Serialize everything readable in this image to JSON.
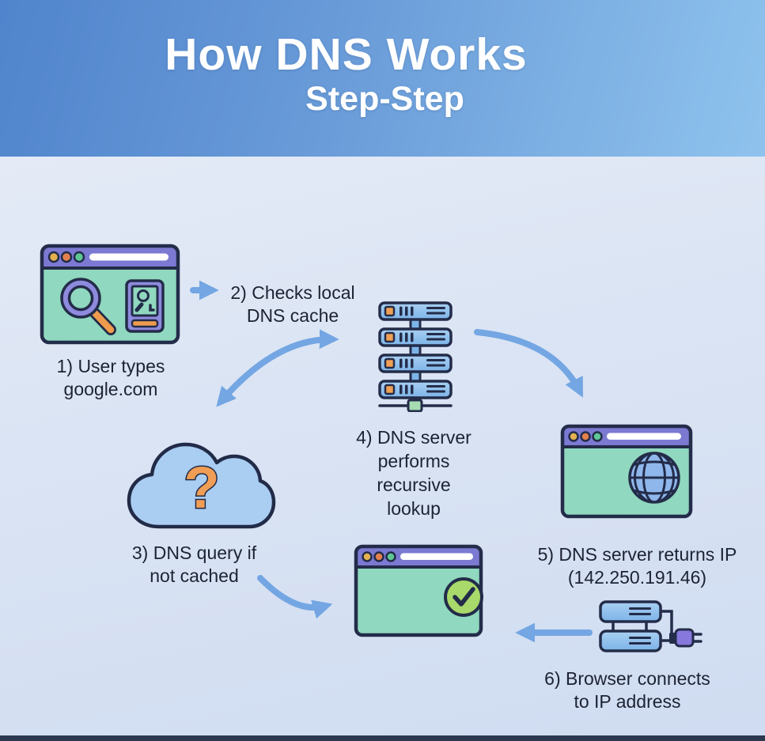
{
  "header": {
    "title": "How DNS Works",
    "subtitle": "Step-Step"
  },
  "steps": {
    "step1": {
      "label": "1) User types\ngoogle.com",
      "icon": "browser-search-icon"
    },
    "step2": {
      "label": "2) Checks local\nDNS cache"
    },
    "step3": {
      "label": "3) DNS query if\nnot cached",
      "icon": "cloud-question-icon",
      "cloud_glyph": "?"
    },
    "step4": {
      "label": "4) DNS server\nperforms\nrecursive\nlookup",
      "icon": "server-stack-icon"
    },
    "step5": {
      "label": "5) DNS server returns IP\n(142.250.191.46)",
      "icon": "browser-globe-icon"
    },
    "step6": {
      "label": "6) Browser connects\nto IP address",
      "icon": "server-plug-icon"
    },
    "result": {
      "icon": "browser-check-icon"
    }
  },
  "colors": {
    "header_gradient_start": "#5084cc",
    "header_gradient_end": "#8fc3ed",
    "background_top": "#e9eef8",
    "background_bottom": "#cfdcf1",
    "arrow": "#73a6e3",
    "outline": "#232c49",
    "browser_titlebar_purple": "#7c79d2",
    "browser_body_mint": "#90d8bf",
    "dot_gold": "#e3b14e",
    "dot_orange": "#e2814d",
    "dot_green": "#5ec795",
    "server_blue": "#7cb4e8",
    "server_blue_light": "#a9cff2",
    "accent_orange": "#ef9b4e",
    "cloud_blue": "#aacdf2",
    "question_orange": "#f09d55",
    "globe_blue": "#8fb7ec",
    "check_green": "#a8d96a",
    "connector_green": "#a7dbb4",
    "plug_purple": "#8678dd",
    "text": "#1c2333",
    "footer_bar": "#2c3850"
  }
}
